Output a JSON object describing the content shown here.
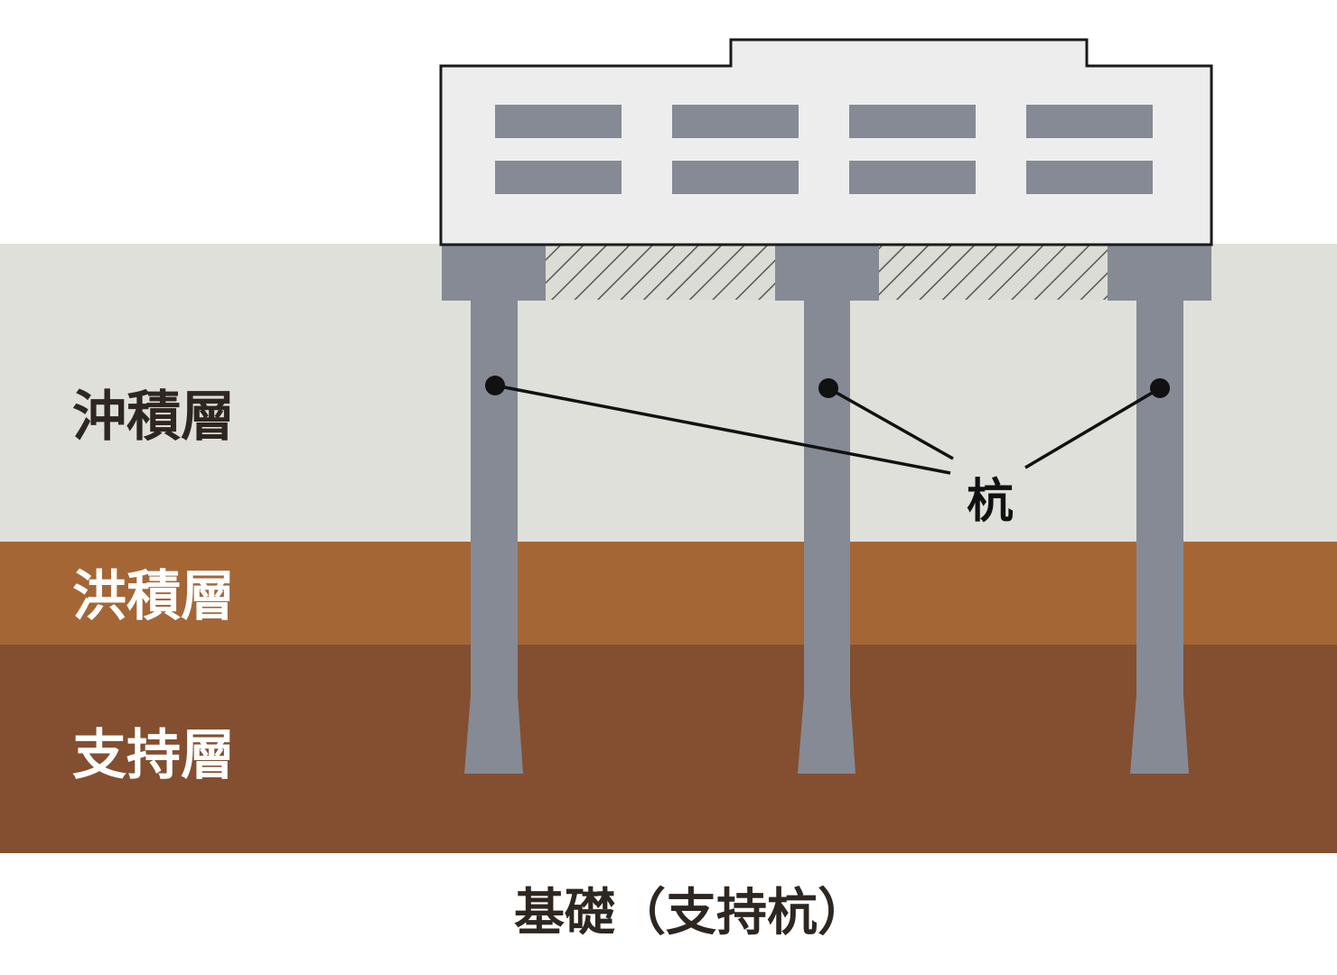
{
  "layers": [
    {
      "label": "沖積層",
      "color": "#dfe0d9",
      "label_color": "#2e2620"
    },
    {
      "label": "洪積層",
      "color": "#a56636",
      "label_color": "#ffffff"
    },
    {
      "label": "支持層",
      "color": "#834f30",
      "label_color": "#ffffff"
    }
  ],
  "callout": {
    "label": "杭"
  },
  "caption": "基礎（支持杭）",
  "colors": {
    "building_fill": "#ededed",
    "building_outline": "#1a1a1a",
    "window": "#868a95",
    "pile": "#868a95",
    "hatch_bg": "#dcdcd6",
    "hatch_line": "#555555",
    "text_dark": "#2e2620"
  }
}
